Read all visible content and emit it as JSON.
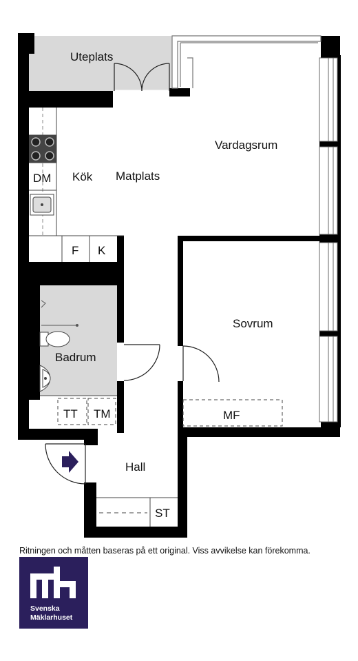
{
  "rooms": {
    "uteplats": "Uteplats",
    "vardagsrum": "Vardagsrum",
    "kok": "Kök",
    "matplats": "Matplats",
    "sovrum": "Sovrum",
    "badrum": "Badrum",
    "hall": "Hall"
  },
  "fixtures": {
    "dm": "DM",
    "f": "F",
    "k": "K",
    "tt": "TT",
    "tm": "TM",
    "mf": "MF",
    "st": "ST"
  },
  "disclaimer": "Ritningen och måtten baseras på ett original. Viss avvikelse kan förekomma.",
  "brand": {
    "name_line1": "Svenska",
    "name_line2": "Mäklarhuset",
    "color": "#2b1f5c"
  },
  "colors": {
    "wall": "#000000",
    "wet_area": "#d9d9d9",
    "entrance_arrow": "#2b1f5c"
  }
}
